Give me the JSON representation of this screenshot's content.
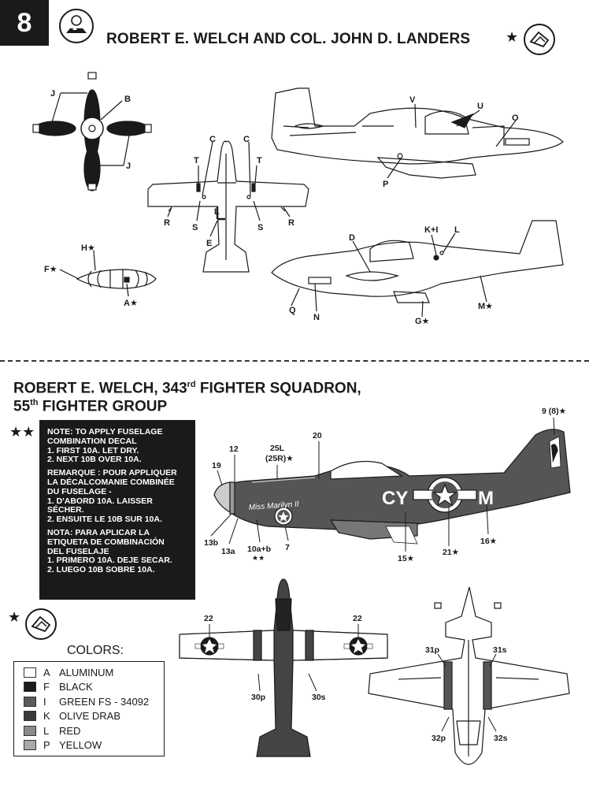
{
  "step_number": "8",
  "title": "ROBERT E. WELCH AND COL. JOHN D. LANDERS",
  "section": {
    "title_line1_a": "ROBERT E. WELCH, 343",
    "title_line1_sup": "rd",
    "title_line1_b": " FIGHTER SQUADRON,",
    "title_line2_a": "55",
    "title_line2_sup": "th",
    "title_line2_b": " FIGHTER GROUP"
  },
  "stars": {
    "single": "★",
    "double": "★★"
  },
  "note": {
    "en": "NOTE: TO APPLY FUSELAGE\nCOMBINATION DECAL\n1. FIRST 10A. LET DRY.\n2. NEXT 10B OVER 10A.",
    "fr": "REMARQUE : POUR APPLIQUER\nLA DÉCALCOMANIE COMBINÉE\nDU FUSELAGE -\n1. D'ABORD 10A. LAISSER\n    SÉCHER.\n2. ENSUITE LE 10B SUR 10A.",
    "es": "NOTA: PARA APLICAR LA\nETIQUETA DE COMBINACIÓN\nDEL FUSELAJE\n1. PRIMERO 10A. DEJE SECAR.\n2. LUEGO 10B SOBRE 10A."
  },
  "colors": {
    "title": "COLORS:",
    "items": [
      {
        "code": "A",
        "name": "ALUMINUM",
        "color": "#ffffff"
      },
      {
        "code": "F",
        "name": "BLACK",
        "color": "#1a1a1a"
      },
      {
        "code": "I",
        "name": "GREEN FS - 34092",
        "color": "#5a5a5a"
      },
      {
        "code": "K",
        "name": "OLIVE DRAB",
        "color": "#3a3a3a"
      },
      {
        "code": "L",
        "name": "RED",
        "color": "#8a8a8a"
      },
      {
        "code": "P",
        "name": "YELLOW",
        "color": "#a8a8a8"
      }
    ]
  },
  "callouts": {
    "prop": [
      "J",
      "B",
      "J"
    ],
    "top_plan": [
      "C",
      "C",
      "T",
      "T",
      "R",
      "S",
      "S",
      "R",
      "E",
      "L"
    ],
    "side_right": [
      "V",
      "U",
      "O",
      "P"
    ],
    "tank": [
      "H★",
      "F★",
      "A★"
    ],
    "side_left": [
      "D",
      "K+I",
      "L",
      "Q",
      "N",
      "G★",
      "M★"
    ],
    "profile": [
      "9 (8)★",
      "20",
      "25L",
      "(25R)★",
      "12",
      "19",
      "13b",
      "13a",
      "10a+b",
      "★★",
      "7",
      "15★",
      "21★",
      "16★"
    ],
    "upper": [
      "22",
      "22",
      "30p",
      "30s"
    ],
    "under": [
      "31p",
      "31s",
      "32p",
      "32s"
    ]
  },
  "markings": {
    "code_left": "CY",
    "code_right": "M",
    "nose_art": "Miss Marilyn II"
  }
}
